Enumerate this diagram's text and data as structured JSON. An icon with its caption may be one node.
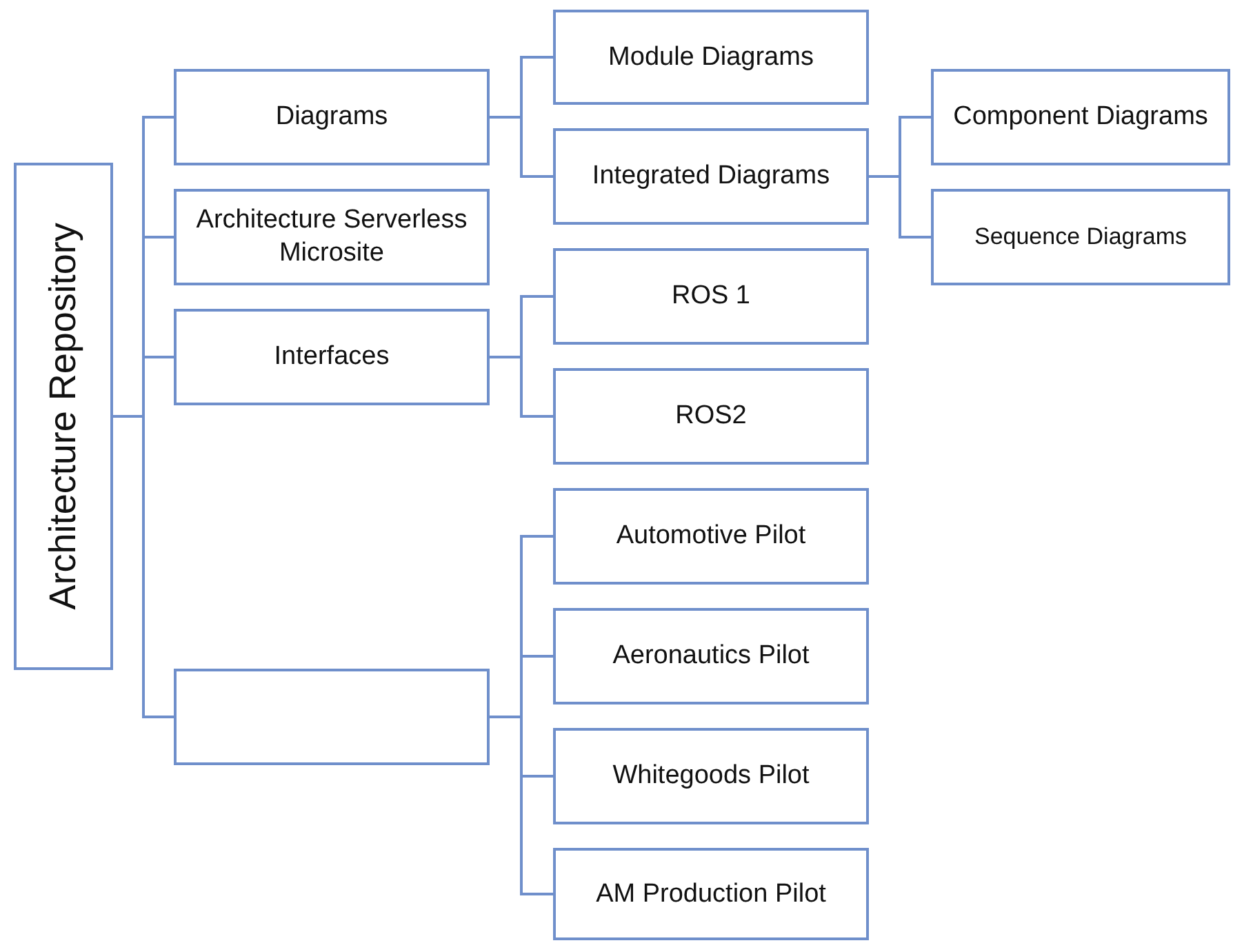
{
  "diagram": {
    "nodes": [
      {
        "text": [
          "Architecture Repository"
        ]
      },
      {
        "text": [
          "Diagrams"
        ]
      },
      {
        "text": [
          "Module Diagrams"
        ]
      },
      {
        "text": [
          "Integrated Diagrams"
        ]
      },
      {
        "text": [
          "Component Diagrams"
        ]
      },
      {
        "text": [
          "Sequence Diagrams"
        ]
      },
      {
        "text": [
          "Architecture Serverless Microsite"
        ]
      },
      {
        "text": [
          "Interfaces"
        ]
      },
      {
        "text": [
          "ROS 1"
        ]
      },
      {
        "text": [
          "ROS2"
        ]
      },
      {
        "text": [],
        "shape": "box"
      },
      {
        "text": [
          "Automotive Pilot"
        ]
      },
      {
        "text": [
          "Aeronautics Pilot"
        ]
      },
      {
        "text": [
          "Whitegoods Pilot"
        ]
      },
      {
        "text": [
          "AM Production Pilot"
        ]
      }
    ],
    "edges": [
      {
        "from": 0,
        "to": 1,
        "arrow": "none"
      },
      {
        "from": 0,
        "to": 6,
        "arrow": "none"
      },
      {
        "from": 0,
        "to": 7,
        "arrow": "none"
      },
      {
        "from": 0,
        "to": 10,
        "arrow": "none"
      },
      {
        "from": 1,
        "to": 2,
        "arrow": "none"
      },
      {
        "from": 1,
        "to": 3,
        "arrow": "none"
      },
      {
        "from": 3,
        "to": 4,
        "arrow": "none"
      },
      {
        "from": 3,
        "to": 5,
        "arrow": "none"
      },
      {
        "from": 7,
        "to": 8,
        "arrow": "none"
      },
      {
        "from": 7,
        "to": 9,
        "arrow": "none"
      },
      {
        "from": 10,
        "to": 11,
        "arrow": "none"
      },
      {
        "from": 10,
        "to": 12,
        "arrow": "none"
      },
      {
        "from": 10,
        "to": 13,
        "arrow": "none"
      },
      {
        "from": 10,
        "to": 14,
        "arrow": "none"
      }
    ]
  }
}
